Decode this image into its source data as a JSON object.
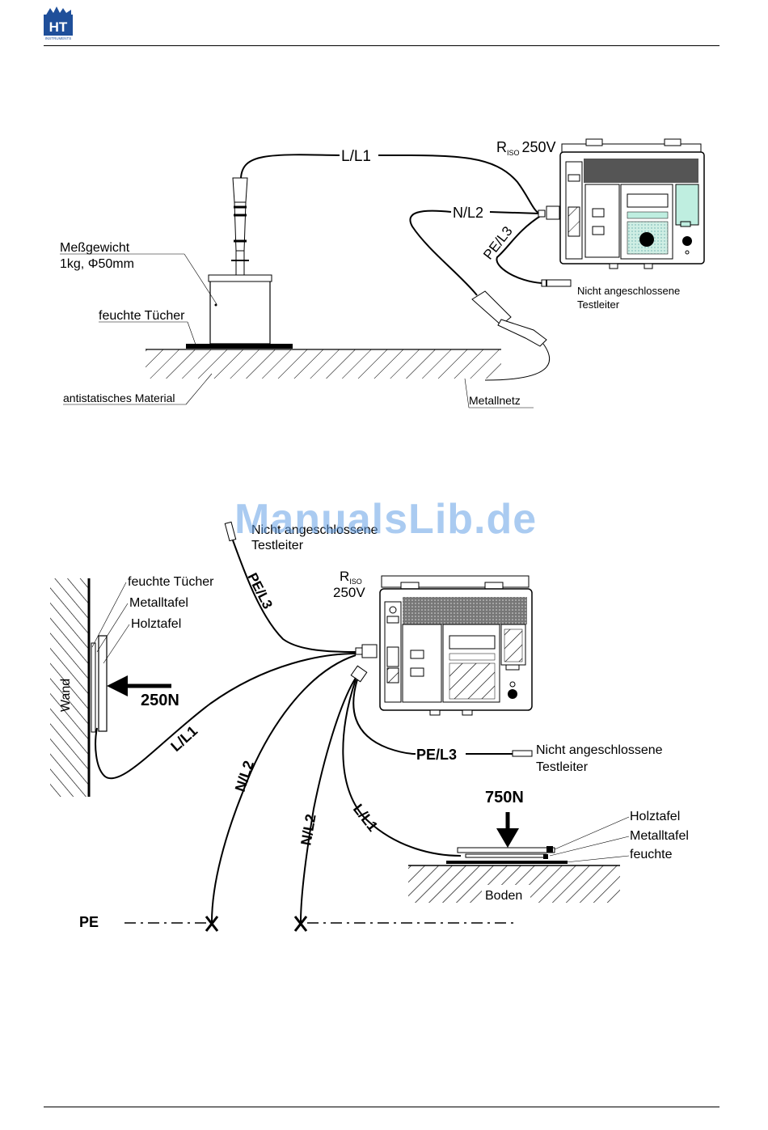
{
  "header": {
    "logo_text": "HT",
    "logo_sub": "INSTRUMENTS"
  },
  "figure1": {
    "l1": "L/L1",
    "n2": "N/L2",
    "pe3": "PE/L3",
    "riso": "R",
    "riso_sub": "ISO",
    "riso_value": "250V",
    "weight_line1": "Meßgewicht",
    "weight_line2": "1kg, Φ50mm",
    "cloth": "feuchte Tücher",
    "material": "antistatisches Material",
    "net": "Metallnetz",
    "unconnected_line1": "Nicht angeschlossene",
    "unconnected_line2": "Testleiter"
  },
  "figure2": {
    "unconnected_top_line1": "Nicht angeschlossene",
    "unconnected_top_line2": "Testleiter",
    "pe3_top": "PE/L3",
    "riso": "R",
    "riso_sub": "ISO",
    "riso_value": "250V",
    "cloth": "feuchte Tücher",
    "metal_plate": "Metalltafel",
    "wood_plate": "Holztafel",
    "wall": "Wand",
    "force_wall": "250N",
    "l1_wall": "L/L1",
    "n2_left": "N/L2",
    "n2_right": "N/L2",
    "pe3_right": "PE/L3",
    "unconnected_right_line1": "Nicht angeschlossene",
    "unconnected_right_line2": "Testleiter",
    "force_floor": "750N",
    "l1_floor": "L/L1",
    "wood_plate_floor": "Holztafel",
    "metal_plate_floor": "Metalltafel",
    "cloth_floor": "feuchte",
    "floor": "Boden",
    "pe_line": "PE"
  },
  "watermark": "ManualsLib.de"
}
